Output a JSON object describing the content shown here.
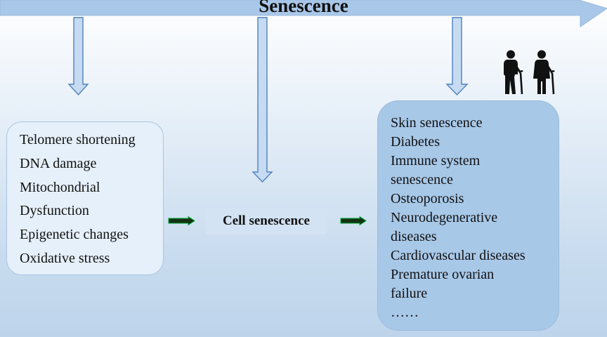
{
  "banner": {
    "title": "Senescence"
  },
  "causes": [
    "Telomere shortening",
    "DNA damage",
    "Mitochondrial",
    "Dysfunction",
    "Epigenetic changes",
    "Oxidative stress"
  ],
  "center": {
    "label": "Cell senescence"
  },
  "diseases": [
    "Skin senescence",
    "Diabetes",
    "Immune system",
    "senescence",
    "Osteoporosis",
    "Neurodegenerative",
    "diseases",
    "Cardiovascular diseases",
    "Premature ovarian",
    "failure",
    "……"
  ],
  "icons": {
    "elderly": "elderly-couple-icon",
    "arrows": "arrow-right-icon"
  },
  "colors": {
    "banner": "#a9c7e8",
    "arrow_fill": "#c6dbf1",
    "arrow_stroke": "#4f81bd",
    "connector": "#143214",
    "causes_box": "#e6f0fa",
    "cell_box": "#d3e3f3",
    "diseases_box": "#a8c8e8"
  }
}
